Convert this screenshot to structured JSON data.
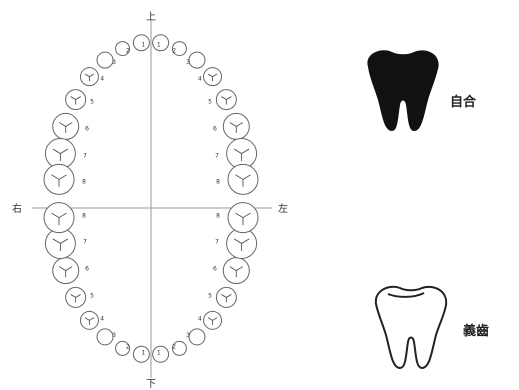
{
  "diagram": {
    "directions": {
      "top": "上",
      "bottom": "下",
      "left": "右",
      "right": "左"
    },
    "upper_tooth_numbers": [
      "1",
      "2",
      "3",
      "4",
      "5",
      "6",
      "7",
      "8"
    ],
    "lower_tooth_numbers": [
      "1",
      "2",
      "3",
      "4",
      "5",
      "6",
      "7",
      "8"
    ]
  },
  "legend": {
    "caries": {
      "label": "自合",
      "icon": "black-tooth-icon",
      "color": "#111111"
    },
    "healthy": {
      "label": "義齒",
      "icon": "outline-tooth-icon",
      "color": "#ffffff"
    }
  }
}
